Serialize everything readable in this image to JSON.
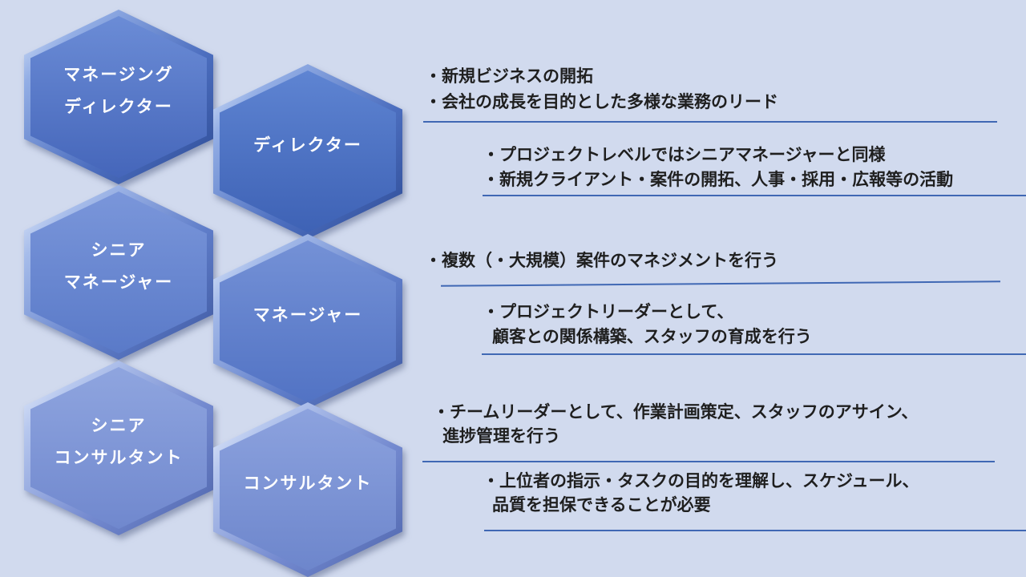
{
  "palette": {
    "background": "#D1DAEE",
    "divider": "#4068B4",
    "note_text": "#1F1F1F",
    "hex_label": "#FFFFFF"
  },
  "hexagons": [
    {
      "name": "managing-director",
      "lines": [
        "マネージング",
        "ディレクター"
      ],
      "colors": {
        "top": "#6B8CD6",
        "bottom": "#4566BA"
      }
    },
    {
      "name": "director",
      "lines": [
        "ディレクター"
      ],
      "colors": {
        "top": "#5E84D2",
        "bottom": "#3E62B5"
      }
    },
    {
      "name": "senior-manager",
      "lines": [
        "シニア",
        "マネージャー"
      ],
      "colors": {
        "top": "#7A96DA",
        "bottom": "#5A7AC8"
      }
    },
    {
      "name": "manager",
      "lines": [
        "マネージャー"
      ],
      "colors": {
        "top": "#7491D6",
        "bottom": "#5273C4"
      }
    },
    {
      "name": "senior-consultant",
      "lines": [
        "シニア",
        "コンサルタント"
      ],
      "colors": {
        "top": "#8FA5DF",
        "bottom": "#7088CE"
      }
    },
    {
      "name": "consultant",
      "lines": [
        "コンサルタント"
      ],
      "colors": {
        "top": "#8CA2DE",
        "bottom": "#6D86CC"
      }
    }
  ],
  "notes": [
    {
      "for": "managing-director",
      "lines": [
        "・新規ビジネスの開拓",
        "・会社の成長を目的とした多様な業務のリード"
      ]
    },
    {
      "for": "director",
      "lines": [
        "・プロジェクトレベルではシニアマネージャーと同様",
        "・新規クライアント・案件の開拓、人事・採用・広報等の活動"
      ]
    },
    {
      "for": "senior-manager",
      "lines": [
        "・複数（・大規模）案件のマネジメントを行う"
      ]
    },
    {
      "for": "manager",
      "lines": [
        "・プロジェクトリーダーとして、",
        "顧客との関係構築、スタッフの育成を行う"
      ]
    },
    {
      "for": "senior-consultant",
      "lines": [
        "・チームリーダーとして、作業計画策定、スタッフのアサイン、",
        "進捗管理を行う"
      ]
    },
    {
      "for": "consultant",
      "lines": [
        "・上位者の指示・タスクの目的を理解し、スケジュール、",
        "品質を担保できることが必要"
      ]
    }
  ]
}
